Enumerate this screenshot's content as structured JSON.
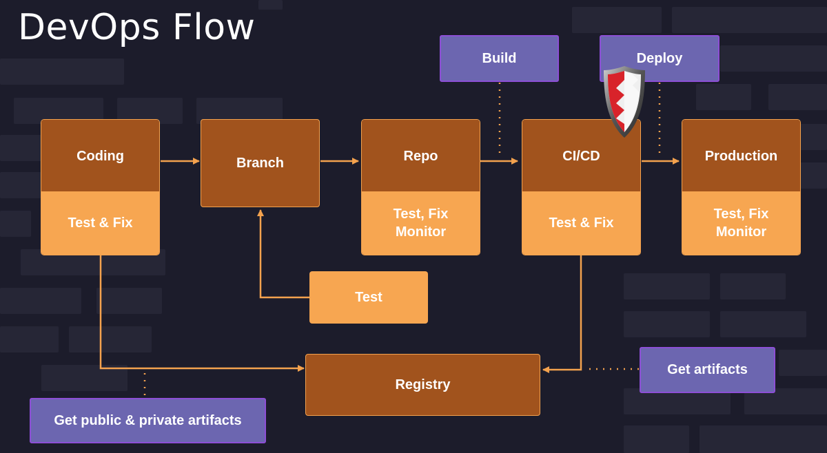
{
  "title": "DevOps Flow",
  "colors": {
    "background": "#1c1c2b",
    "node_dark": "#a1531d",
    "node_light": "#f7a651",
    "purple_fill": "#6c66b0",
    "purple_border": "#8d4fd6",
    "connector": "#f4a24e"
  },
  "nodes": {
    "coding": {
      "top": "Coding",
      "bottom": "Test & Fix"
    },
    "branch": {
      "label": "Branch"
    },
    "repo": {
      "top": "Repo",
      "bottom": "Test, Fix\nMonitor"
    },
    "cicd": {
      "top": "CI/CD",
      "bottom": "Test & Fix"
    },
    "production": {
      "top": "Production",
      "bottom": "Test, Fix\nMonitor"
    },
    "test": {
      "label": "Test"
    },
    "registry": {
      "label": "Registry"
    }
  },
  "callouts": {
    "build": "Build",
    "deploy": "Deploy",
    "get_artifacts": "Get artifacts",
    "get_public_private": "Get public & private artifacts"
  },
  "icons": {
    "shield": "shield-icon"
  }
}
